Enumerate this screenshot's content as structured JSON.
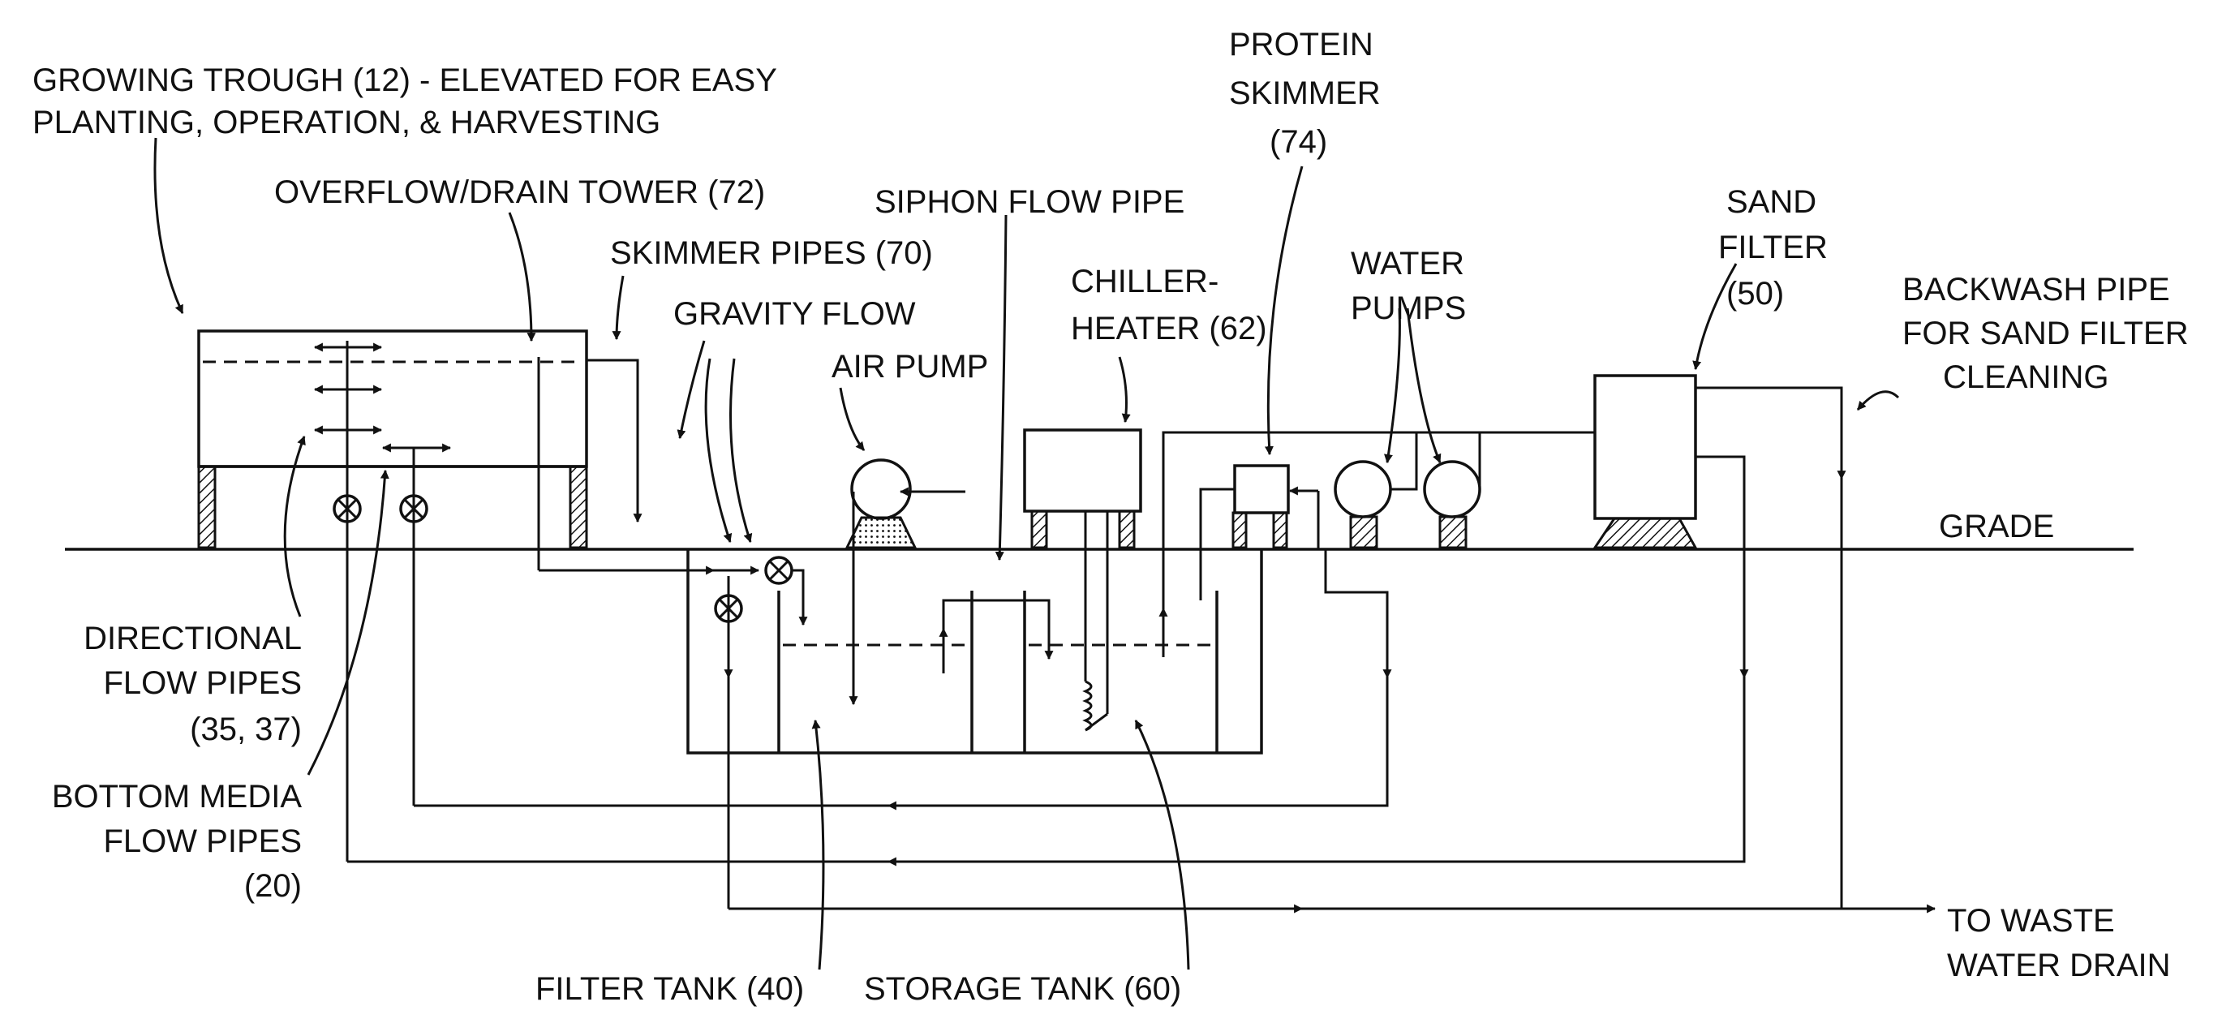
{
  "labels": {
    "growing_trough_1": "GROWING TROUGH (12) - ELEVATED FOR EASY",
    "growing_trough_2": "PLANTING, OPERATION, & HARVESTING",
    "overflow_tower": "OVERFLOW/DRAIN TOWER (72)",
    "siphon_pipe": "SIPHON FLOW PIPE",
    "skimmer_pipes": "SKIMMER PIPES (70)",
    "gravity_flow": "GRAVITY FLOW",
    "air_pump": "AIR PUMP",
    "protein_skimmer_1": "PROTEIN",
    "protein_skimmer_2": "SKIMMER",
    "protein_skimmer_3": "(74)",
    "chiller_1": "CHILLER-",
    "chiller_2": "HEATER (62)",
    "water_pumps_1": "WATER",
    "water_pumps_2": "PUMPS",
    "sand_filter_1": "SAND",
    "sand_filter_2": "FILTER",
    "sand_filter_3": "(50)",
    "backwash_1": "BACKWASH PIPE",
    "backwash_2": "FOR SAND FILTER",
    "backwash_3": "CLEANING",
    "grade": "GRADE",
    "directional_1": "DIRECTIONAL",
    "directional_2": "FLOW PIPES",
    "directional_3": "(35, 37)",
    "bottom_media_1": "BOTTOM MEDIA",
    "bottom_media_2": "FLOW PIPES",
    "bottom_media_3": "(20)",
    "filter_tank": "FILTER TANK (40)",
    "storage_tank": "STORAGE TANK (60)",
    "waste_1": "TO WASTE",
    "waste_2": "WATER DRAIN"
  }
}
